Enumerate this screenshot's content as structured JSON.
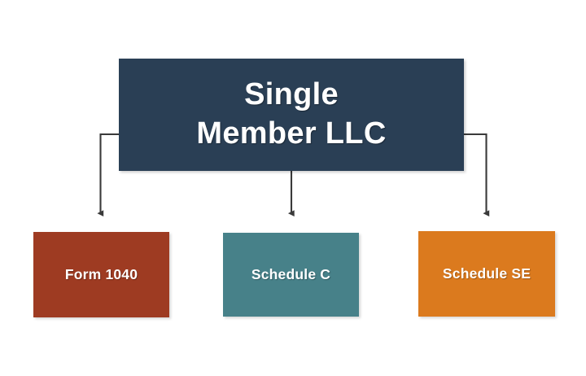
{
  "diagram": {
    "type": "flowchart",
    "title": "Single Member LLC tax form flowchart",
    "background_color": "#ffffff",
    "root": {
      "id": "root",
      "label": "Single\nMember LLC",
      "fill_color": "#2a3f55",
      "text_color": "#ffffff"
    },
    "children": [
      {
        "id": "form-1040",
        "label": "Form 1040",
        "fill_color": "#9e3b22",
        "text_color": "#ffffff"
      },
      {
        "id": "schedule-c",
        "label": "Schedule C",
        "fill_color": "#478189",
        "text_color": "#ffffff"
      },
      {
        "id": "schedule-se",
        "label": "Schedule SE",
        "fill_color": "#db7a1e",
        "text_color": "#ffffff"
      }
    ],
    "connectors": {
      "color": "#3a3a3a",
      "style": "solid-arrow",
      "count": 3,
      "edges": [
        {
          "from": "root",
          "to": "form-1040",
          "shape": "elbow-left"
        },
        {
          "from": "root",
          "to": "schedule-c",
          "shape": "straight-down"
        },
        {
          "from": "root",
          "to": "schedule-se",
          "shape": "elbow-right"
        }
      ]
    }
  }
}
